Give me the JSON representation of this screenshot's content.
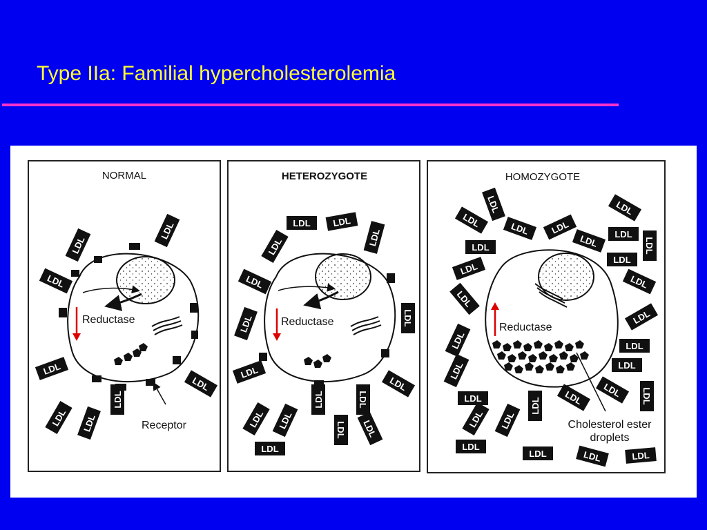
{
  "slide": {
    "title": "Type IIa: Familial hypercholesterolemia",
    "title_color": "#ffff33",
    "rule_color": "#ff33cc",
    "background_color": "#0000f0"
  },
  "diagram": {
    "panels": [
      {
        "id": "normal",
        "label": "NORMAL",
        "reductase_label": "Reductase",
        "reductase_change": "decreased"
      },
      {
        "id": "heterozygote",
        "label": "HETEROZYGOTE",
        "reductase_label": "Reductase",
        "reductase_change": "decreased"
      },
      {
        "id": "homozygote",
        "label": "HOMOZYGOTE",
        "reductase_label": "Reductase",
        "reductase_change": "increased"
      }
    ],
    "ldl_label": "LDL",
    "receptor_label": "Receptor",
    "droplets_label_line1": "Cholesterol ester",
    "droplets_label_line2": "droplets",
    "arrow_color": "#dd0000"
  }
}
